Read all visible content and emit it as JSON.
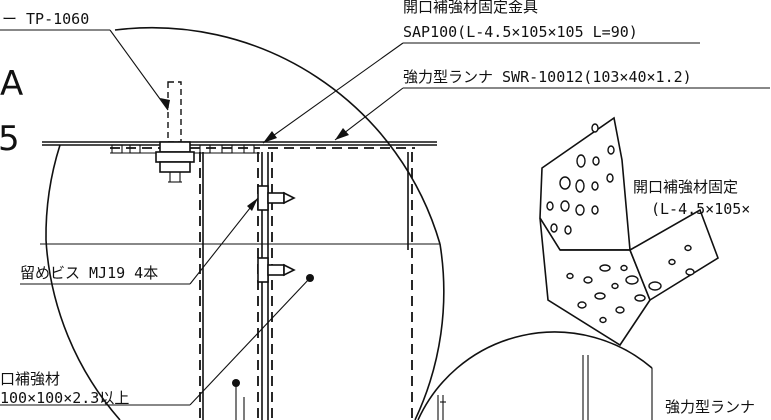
{
  "labels": {
    "tp_callout": "ー TP-1060",
    "big_letter_a": "A",
    "big_number_5": "5",
    "bracket_title": "開口補強材固定金具",
    "bracket_spec": "SAP100(L-4.5×105×105 L=90)",
    "runner_title": "強力型ランナ SWR-10012(103×40×1.2)",
    "screw_label": "留めビス MJ19 4本",
    "opening_title": "口補強材",
    "opening_spec": "100×100×2.3以上",
    "iso_bracket_title": "開口補強材固定",
    "iso_bracket_spec": "(L-4.5×105×",
    "runner_title_2": "強力型ランナ"
  }
}
